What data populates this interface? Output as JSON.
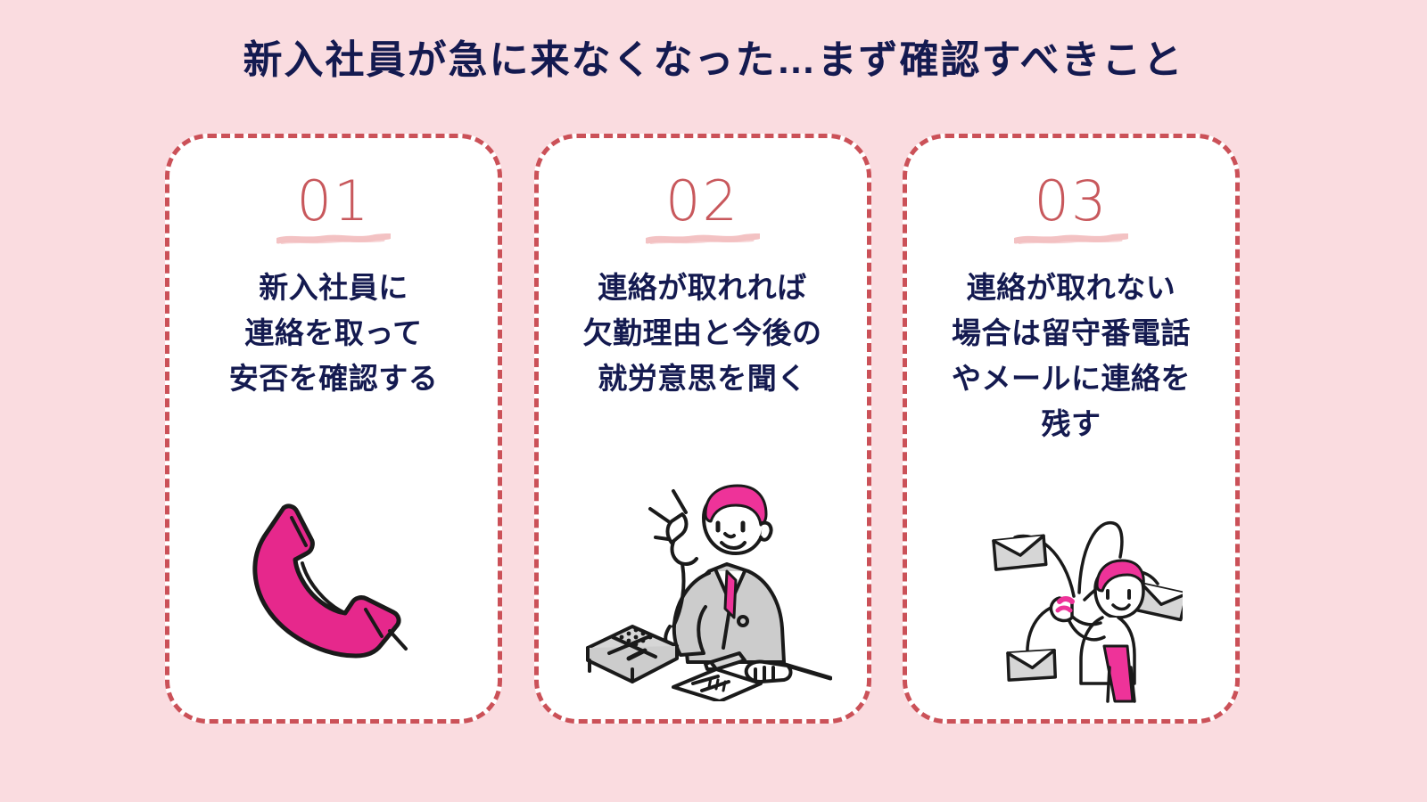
{
  "page": {
    "title": "新入社員が急に来なくなった…まず確認すべきこと",
    "background_color": "#fadce0",
    "title_color": "#141a50",
    "card_background": "#ffffff",
    "card_border_color": "#cb5158",
    "number_color": "#c8585c",
    "accent_pink": "#e6288c",
    "brush_underline_color": "#f2bfc0"
  },
  "cards": [
    {
      "number": "01",
      "text_lines": [
        "新入社員に",
        "連絡を取って",
        "安否を確認する"
      ],
      "text": "新入社員に連絡を取って安否を確認する",
      "illustration": "telephone-handset-icon"
    },
    {
      "number": "02",
      "text_lines": [
        "連絡が取れれば",
        "欠勤理由と今後の",
        "就労意思を聞く"
      ],
      "text": "連絡が取れれば欠勤理由と今後の就労意思を聞く",
      "illustration": "businessman-on-phone-icon"
    },
    {
      "number": "03",
      "text_lines": [
        "連絡が取れない",
        "場合は留守番電話",
        "やメールに連絡を",
        "残す"
      ],
      "text": "連絡が取れない場合は留守番電話やメールに連絡を残す",
      "illustration": "person-sending-emails-icon"
    }
  ]
}
